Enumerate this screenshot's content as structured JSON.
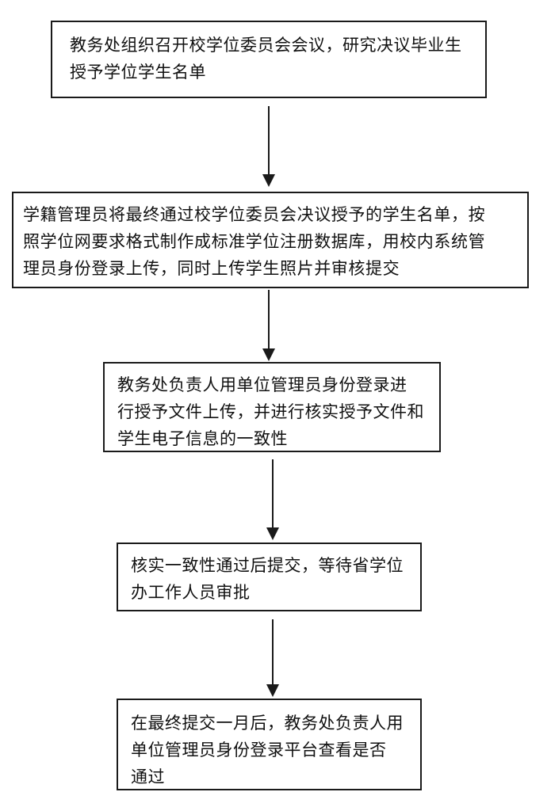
{
  "flowchart": {
    "steps": [
      {
        "text": "教务处组织召开校学位委员会会议，研究决议毕业生\n授予学位学生名单"
      },
      {
        "text": "学籍管理员将最终通过校学位委员会决议授予的学生名单，按\n照学位网要求格式制作成标准学位注册数据库，用校内系统管\n理员身份登录上传，同时上传学生照片并审核提交"
      },
      {
        "text": "教务处负责人用单位管理员身份登录进\n行授予文件上传，并进行核实授予文件和\n学生电子信息的一致性"
      },
      {
        "text": "核实一致性通过后提交，等待省学位\n办工作人员审批"
      },
      {
        "text": "在最终提交一月后，教务处负责人用\n单位管理员身份登录平台查看是否\n通过"
      }
    ],
    "colors": {
      "border": "#1a1a1a",
      "text": "#111111",
      "background": "#ffffff"
    }
  }
}
